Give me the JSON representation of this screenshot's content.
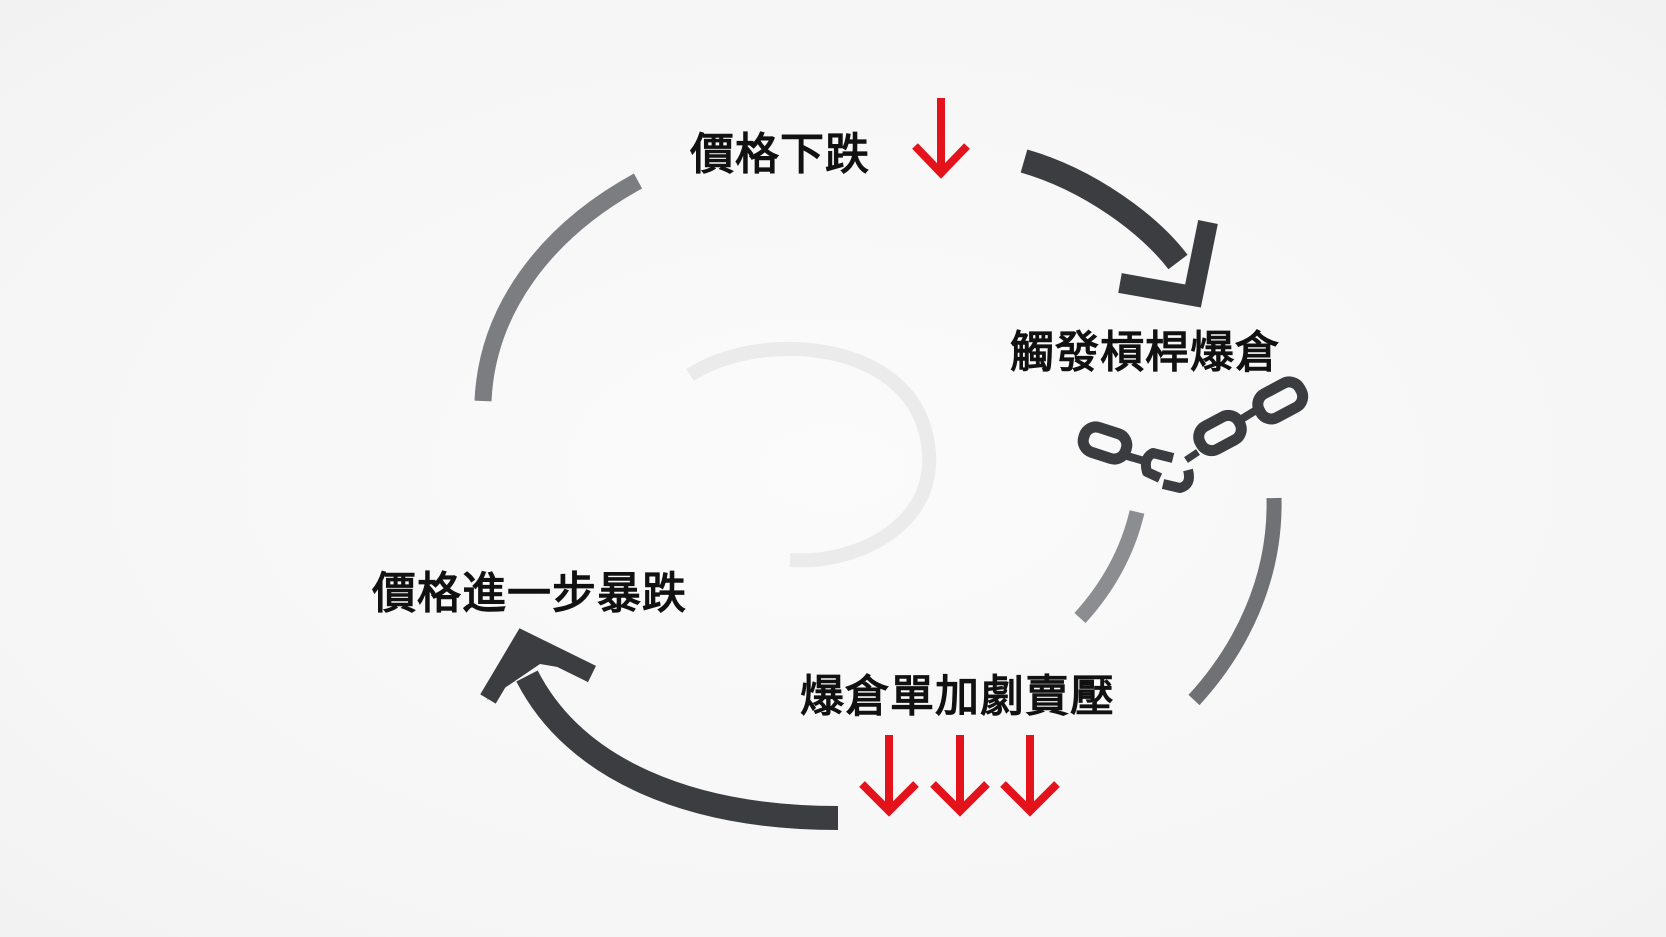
{
  "diagram": {
    "steps": [
      {
        "id": "price_drop",
        "label": "價格下跌"
      },
      {
        "id": "trigger",
        "label": "觸發槓桿爆倉"
      },
      {
        "id": "liquidation",
        "label": "爆倉單加劇賣壓"
      },
      {
        "id": "crash",
        "label": "價格進一步暴跌"
      }
    ],
    "colors": {
      "arrow_dark": "#3b3d40",
      "arrow_mid": "#6f7174",
      "arrow_light": "#8b8d90",
      "down_arrow": "#e3121b",
      "chain": "#3a3c3f",
      "watermark": "#ebebeb"
    },
    "icons": [
      "down-arrow-icon",
      "broken-chain-icon",
      "cycle-arrow-icon"
    ]
  }
}
